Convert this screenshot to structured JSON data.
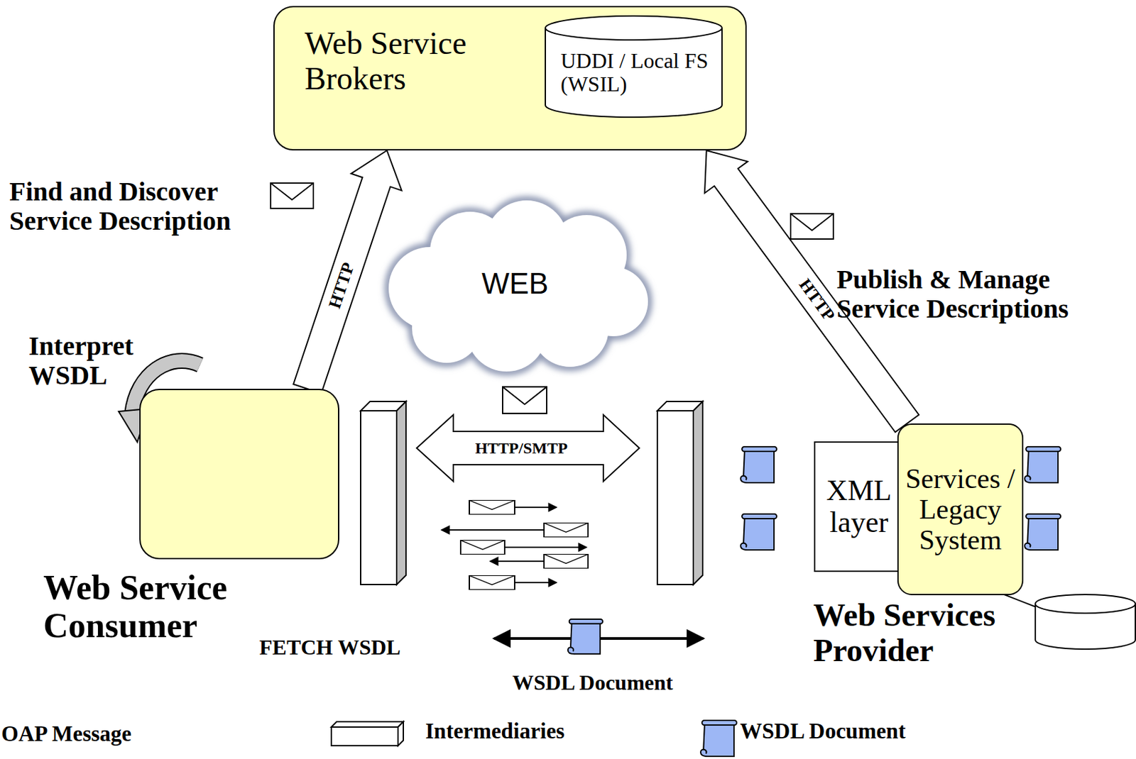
{
  "diagram": {
    "nodes": [
      {
        "text": [
          "Web Service Brokers"
        ]
      },
      {
        "text": [
          "UDDI / Local FS (WSIL)"
        ],
        "in": 0
      },
      {
        "text": [
          "WEB"
        ]
      },
      {
        "text": [
          "Web Service Consumer"
        ]
      },
      {
        "text": [
          "XML layer"
        ]
      },
      {
        "text": [
          "Services / Legacy System"
        ]
      }
    ],
    "edges": [
      {
        "from": 3,
        "to": 0,
        "label": "HTTP",
        "arrow": "to"
      },
      {
        "from": 5,
        "to": 0,
        "label": "HTTP",
        "arrow": "to"
      }
    ],
    "labels": [
      "Find and Discover Service Description",
      "Publish & Manage Service Descriptions",
      "Interpret WSDL",
      "HTTP/SMTP",
      "FETCH WSDL",
      "WSDL Document",
      "Web Services Provider"
    ],
    "legend": [
      {
        "text": "OAP Message"
      },
      {
        "text": "Intermediaries"
      },
      {
        "text": "WSDL Document"
      }
    ]
  }
}
